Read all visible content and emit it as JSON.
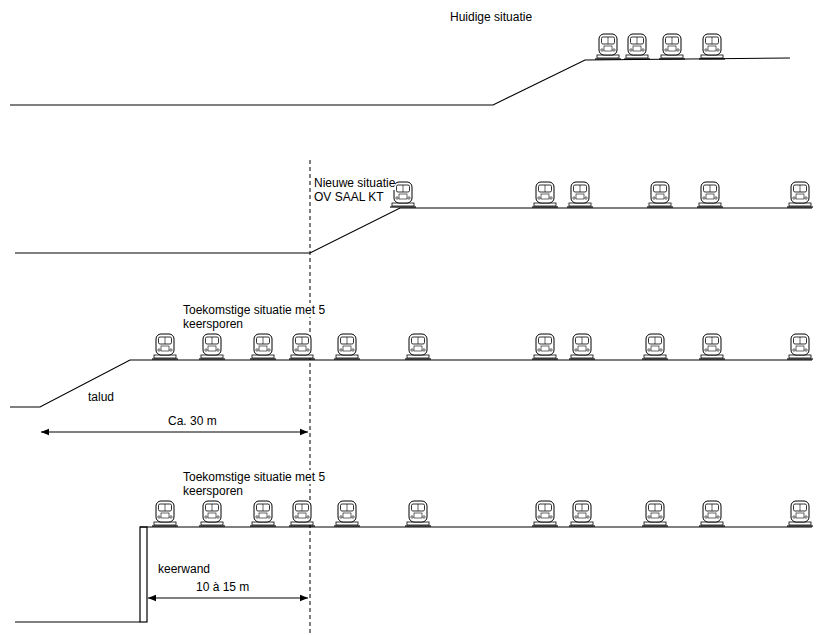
{
  "diagram": {
    "labels": [
      "Huidige situatie",
      "Nieuwe situatie OV SAAL KT",
      "Toekomstige situatie met 5 keersporen",
      "talud",
      "Ca. 30 m",
      "Toekomstige situatie met 5 keersporen",
      "keerwand",
      "10 à 15 m"
    ]
  }
}
